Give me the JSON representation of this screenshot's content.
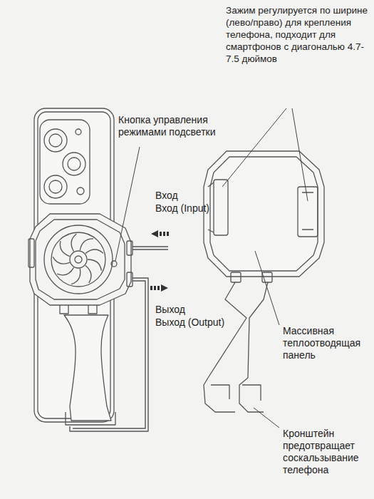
{
  "diagram": {
    "labels": [
      "Зажим регулируется по ширине (лево/право) для крепления телефона, подходит для смартфонов с диагональю 4.7-7.5 дюймов",
      "Кнопка управления режимами подсветки",
      "Вход",
      "Вход (Input)",
      "Выход",
      "Выход (Output)",
      "Массивная теплоотводящая панель",
      "Кронштейн предотвращает соскальзывание телефона"
    ]
  }
}
